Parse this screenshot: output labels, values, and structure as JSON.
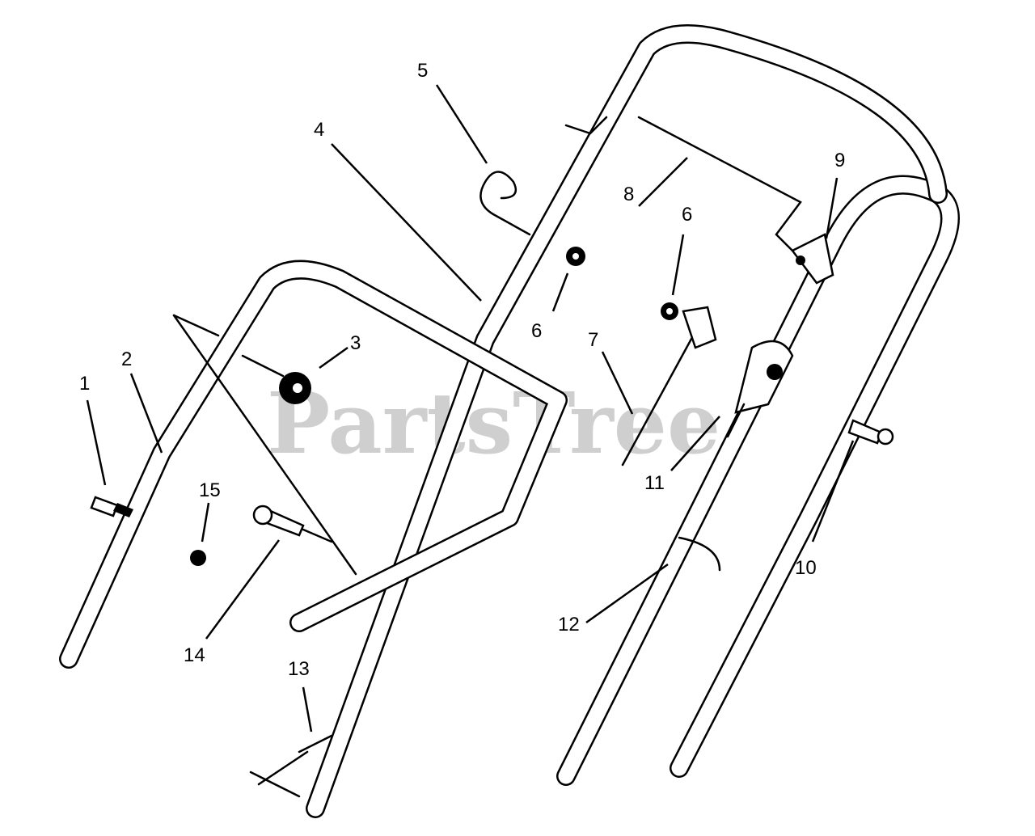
{
  "watermark": "PartsTree",
  "callouts": [
    {
      "id": "callout-1",
      "label": "1"
    },
    {
      "id": "callout-2",
      "label": "2"
    },
    {
      "id": "callout-3",
      "label": "3"
    },
    {
      "id": "callout-4",
      "label": "4"
    },
    {
      "id": "callout-5",
      "label": "5"
    },
    {
      "id": "callout-6a",
      "label": "6"
    },
    {
      "id": "callout-6b",
      "label": "6"
    },
    {
      "id": "callout-7",
      "label": "7"
    },
    {
      "id": "callout-8",
      "label": "8"
    },
    {
      "id": "callout-9",
      "label": "9"
    },
    {
      "id": "callout-10",
      "label": "10"
    },
    {
      "id": "callout-11",
      "label": "11"
    },
    {
      "id": "callout-12",
      "label": "12"
    },
    {
      "id": "callout-13",
      "label": "13"
    },
    {
      "id": "callout-14",
      "label": "14"
    },
    {
      "id": "callout-15",
      "label": "15"
    }
  ]
}
